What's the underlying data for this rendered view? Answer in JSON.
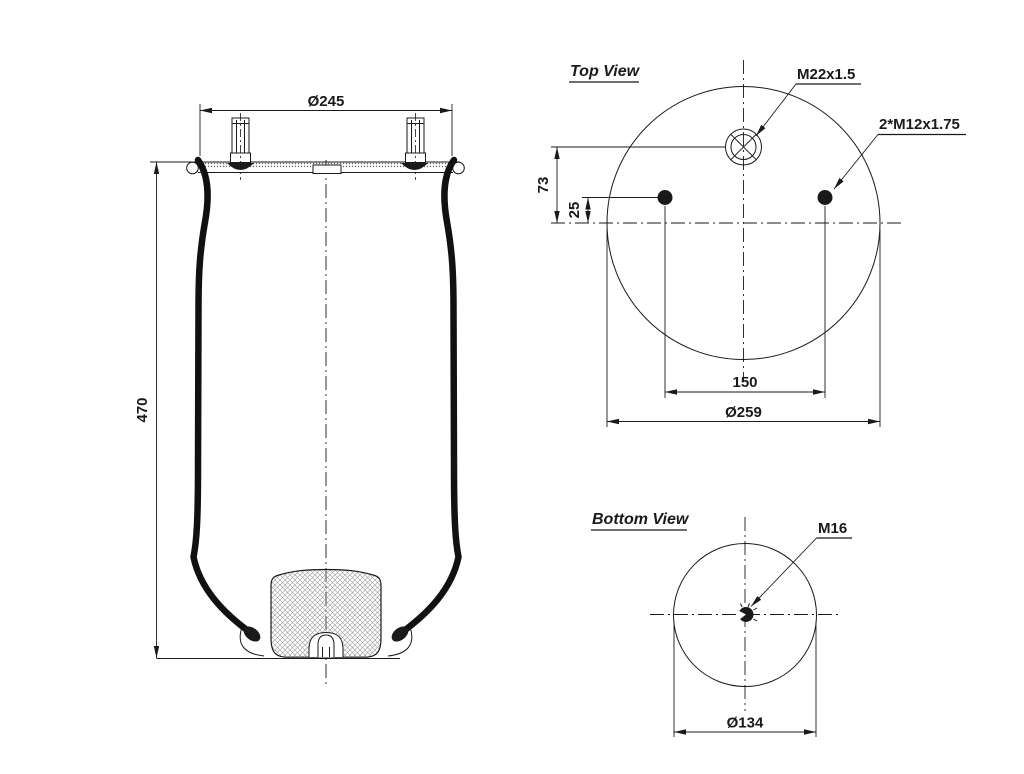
{
  "front_view": {
    "top_diameter_label": "Ø245",
    "height_label": "470"
  },
  "top_view": {
    "title": "Top View",
    "center_port_label": "M22x1.5",
    "studs_label": "2*M12x1.75",
    "port_offset_label": "73",
    "stud_offset_label": "25",
    "stud_spacing_label": "150",
    "plate_diameter_label": "Ø259"
  },
  "bottom_view": {
    "title": "Bottom View",
    "stud_label": "M16",
    "piston_diameter_label": "Ø134"
  },
  "colors": {
    "line": "#1a1a1a",
    "background": "#ffffff"
  }
}
